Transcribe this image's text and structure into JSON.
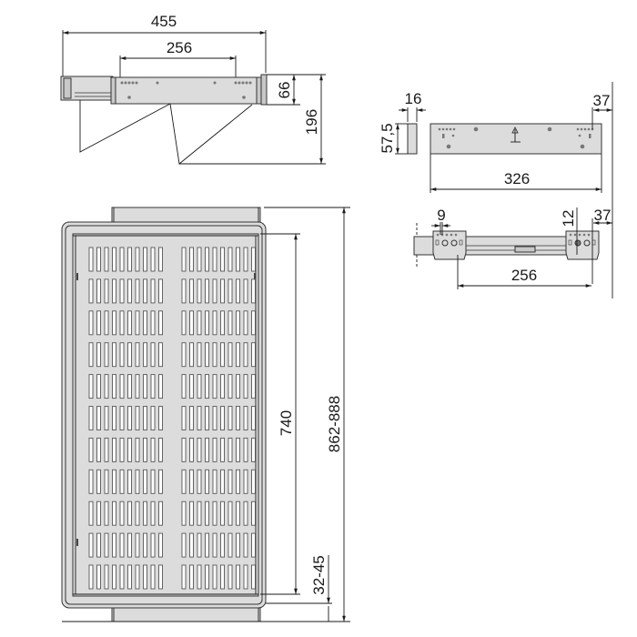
{
  "colors": {
    "line": "#1a1a1a",
    "part_fill": "#dcdcdc",
    "part_dark": "#c8c8c8",
    "background": "#ffffff"
  },
  "side_view": {
    "dim_overall_length": "455",
    "dim_fixing_spacing": "256",
    "dim_profile_height": "66",
    "dim_total_height": "196"
  },
  "bracket_view": {
    "dim_thickness": "16",
    "dim_height": "57,5",
    "dim_length": "326",
    "dim_front_offset": "37"
  },
  "runner_view": {
    "dim_hole_offset": "9",
    "dim_vertical_offset": "12",
    "dim_front_offset": "37",
    "dim_fixing_spacing": "256"
  },
  "plan_view": {
    "dim_tray_depth": "740",
    "dim_overall_depth": "862-888",
    "dim_front_clearance": "32-45",
    "slot_rows": 11,
    "slots_per_group": 10
  }
}
